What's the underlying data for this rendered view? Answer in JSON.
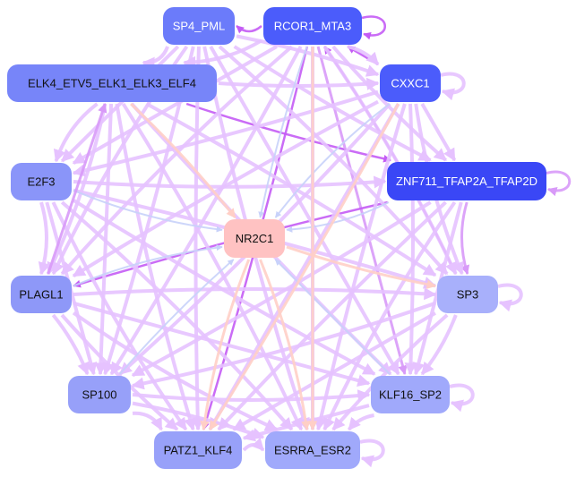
{
  "colors": {
    "edge_light": "#e6c2ff",
    "edge_strong": "#c45cf5",
    "edge_mid": "#d89af8",
    "edge_peach": "#ffcfc6",
    "edge_blue": "#c8d2fa"
  },
  "nodes": [
    {
      "id": "SP4_PML",
      "label": "SP4_PML",
      "fill": "#6b7bfa",
      "text": "#ffffff"
    },
    {
      "id": "RCOR1_MTA3",
      "label": "RCOR1_MTA3",
      "fill": "#4b5cfb",
      "text": "#ffffff"
    },
    {
      "id": "ELK4",
      "label": "ELK4_ETV5_ELK1_ELK3_ELF4",
      "fill": "#7785f9",
      "text": "#111111"
    },
    {
      "id": "CXXC1",
      "label": "CXXC1",
      "fill": "#4b5cfb",
      "text": "#ffffff"
    },
    {
      "id": "E2F3",
      "label": "E2F3",
      "fill": "#8a95f9",
      "text": "#111111"
    },
    {
      "id": "ZNF711",
      "label": "ZNF711_TFAP2A_TFAP2D",
      "fill": "#3a47f6",
      "text": "#ffffff"
    },
    {
      "id": "NR2C1",
      "label": "NR2C1",
      "fill": "#ffc2c2",
      "text": "#111111"
    },
    {
      "id": "PLAGL1",
      "label": "PLAGL1",
      "fill": "#8e98f8",
      "text": "#111111"
    },
    {
      "id": "SP3",
      "label": "SP3",
      "fill": "#a8b0fb",
      "text": "#111111"
    },
    {
      "id": "SP100",
      "label": "SP100",
      "fill": "#97a0f9",
      "text": "#111111"
    },
    {
      "id": "KLF16_SP2",
      "label": "KLF16_SP2",
      "fill": "#a0a9fb",
      "text": "#111111"
    },
    {
      "id": "PATZ1_KLF4",
      "label": "PATZ1_KLF4",
      "fill": "#98a1f9",
      "text": "#111111"
    },
    {
      "id": "ESRRA_ESR2",
      "label": "ESRRA_ESR2",
      "fill": "#a0a9fb",
      "text": "#111111"
    }
  ],
  "edges": [
    [
      "RCOR1_MTA3",
      "SP4_PML",
      "strong"
    ],
    [
      "RCOR1_MTA3",
      "RCOR1_MTA3",
      "strong"
    ],
    [
      "CXXC1",
      "RCOR1_MTA3",
      "strong"
    ],
    [
      "ELK4",
      "ZNF711",
      "strong"
    ],
    [
      "ZNF711",
      "SP3",
      "mid"
    ],
    [
      "ZNF711",
      "ZNF711",
      "mid"
    ],
    [
      "CXXC1",
      "CXXC1",
      "light"
    ],
    [
      "SP3",
      "SP3",
      "light"
    ],
    [
      "KLF16_SP2",
      "KLF16_SP2",
      "light"
    ],
    [
      "ESRRA_ESR2",
      "ESRRA_ESR2",
      "light"
    ],
    [
      "PATZ1_KLF4",
      "ESRRA_ESR2",
      "light"
    ],
    [
      "RCOR1_MTA3",
      "PATZ1_KLF4",
      "strong"
    ],
    [
      "RCOR1_MTA3",
      "KLF16_SP2",
      "mid"
    ],
    [
      "ZNF711",
      "PLAGL1",
      "strong"
    ],
    [
      "SP3",
      "RCOR1_MTA3",
      "strong"
    ],
    [
      "SP4_PML",
      "ELK4",
      "light"
    ],
    [
      "SP4_PML",
      "CXXC1",
      "light"
    ],
    [
      "SP4_PML",
      "E2F3",
      "light"
    ],
    [
      "SP4_PML",
      "ZNF711",
      "light"
    ],
    [
      "SP4_PML",
      "PLAGL1",
      "light"
    ],
    [
      "SP4_PML",
      "SP3",
      "light"
    ],
    [
      "SP4_PML",
      "SP100",
      "light"
    ],
    [
      "SP4_PML",
      "KLF16_SP2",
      "light"
    ],
    [
      "SP4_PML",
      "PATZ1_KLF4",
      "light"
    ],
    [
      "SP4_PML",
      "ESRRA_ESR2",
      "light"
    ],
    [
      "RCOR1_MTA3",
      "ELK4",
      "light"
    ],
    [
      "RCOR1_MTA3",
      "CXXC1",
      "light"
    ],
    [
      "RCOR1_MTA3",
      "E2F3",
      "light"
    ],
    [
      "RCOR1_MTA3",
      "ZNF711",
      "light"
    ],
    [
      "RCOR1_MTA3",
      "PLAGL1",
      "light"
    ],
    [
      "RCOR1_MTA3",
      "SP3",
      "light"
    ],
    [
      "RCOR1_MTA3",
      "SP100",
      "light"
    ],
    [
      "RCOR1_MTA3",
      "ESRRA_ESR2",
      "light"
    ],
    [
      "ELK4",
      "CXXC1",
      "light"
    ],
    [
      "ELK4",
      "E2F3",
      "light"
    ],
    [
      "ELK4",
      "PLAGL1",
      "light"
    ],
    [
      "ELK4",
      "SP3",
      "light"
    ],
    [
      "ELK4",
      "SP100",
      "light"
    ],
    [
      "ELK4",
      "KLF16_SP2",
      "light"
    ],
    [
      "ELK4",
      "PATZ1_KLF4",
      "light"
    ],
    [
      "ELK4",
      "ESRRA_ESR2",
      "light"
    ],
    [
      "CXXC1",
      "E2F3",
      "light"
    ],
    [
      "CXXC1",
      "ZNF711",
      "light"
    ],
    [
      "CXXC1",
      "PLAGL1",
      "light"
    ],
    [
      "CXXC1",
      "SP3",
      "light"
    ],
    [
      "CXXC1",
      "SP100",
      "light"
    ],
    [
      "CXXC1",
      "KLF16_SP2",
      "light"
    ],
    [
      "CXXC1",
      "PATZ1_KLF4",
      "light"
    ],
    [
      "CXXC1",
      "ESRRA_ESR2",
      "light"
    ],
    [
      "E2F3",
      "ZNF711",
      "light"
    ],
    [
      "E2F3",
      "PLAGL1",
      "light"
    ],
    [
      "E2F3",
      "SP3",
      "light"
    ],
    [
      "E2F3",
      "SP100",
      "light"
    ],
    [
      "E2F3",
      "KLF16_SP2",
      "light"
    ],
    [
      "E2F3",
      "PATZ1_KLF4",
      "light"
    ],
    [
      "E2F3",
      "ESRRA_ESR2",
      "light"
    ],
    [
      "ZNF711",
      "SP100",
      "light"
    ],
    [
      "ZNF711",
      "KLF16_SP2",
      "light"
    ],
    [
      "ZNF711",
      "PATZ1_KLF4",
      "light"
    ],
    [
      "ZNF711",
      "ESRRA_ESR2",
      "light"
    ],
    [
      "PLAGL1",
      "SP3",
      "light"
    ],
    [
      "PLAGL1",
      "SP100",
      "light"
    ],
    [
      "PLAGL1",
      "KLF16_SP2",
      "light"
    ],
    [
      "PLAGL1",
      "PATZ1_KLF4",
      "light"
    ],
    [
      "PLAGL1",
      "ESRRA_ESR2",
      "light"
    ],
    [
      "SP3",
      "SP100",
      "light"
    ],
    [
      "SP3",
      "KLF16_SP2",
      "light"
    ],
    [
      "SP3",
      "PATZ1_KLF4",
      "light"
    ],
    [
      "SP3",
      "ESRRA_ESR2",
      "light"
    ],
    [
      "SP100",
      "KLF16_SP2",
      "light"
    ],
    [
      "SP100",
      "PATZ1_KLF4",
      "light"
    ],
    [
      "SP100",
      "ESRRA_ESR2",
      "light"
    ],
    [
      "KLF16_SP2",
      "PATZ1_KLF4",
      "light"
    ],
    [
      "KLF16_SP2",
      "ESRRA_ESR2",
      "light"
    ],
    [
      "E2F3",
      "NR2C1",
      "blue"
    ],
    [
      "PLAGL1",
      "NR2C1",
      "blue"
    ],
    [
      "SP100",
      "NR2C1",
      "blue"
    ],
    [
      "KLF16_SP2",
      "NR2C1",
      "blue"
    ],
    [
      "RCOR1_MTA3",
      "NR2C1",
      "blue"
    ],
    [
      "CXXC1",
      "NR2C1",
      "blue"
    ],
    [
      "ZNF711",
      "NR2C1",
      "blue"
    ],
    [
      "ELK4",
      "NR2C1",
      "peach"
    ],
    [
      "RCOR1_MTA3",
      "ESRRA_ESR2",
      "peach"
    ],
    [
      "NR2C1",
      "SP3",
      "peach"
    ],
    [
      "NR2C1",
      "PATZ1_KLF4",
      "peach"
    ],
    [
      "NR2C1",
      "ESRRA_ESR2",
      "peach"
    ],
    [
      "CXXC1",
      "PATZ1_KLF4",
      "peach"
    ],
    [
      "PLAGL1",
      "ELK4",
      "mid"
    ]
  ]
}
